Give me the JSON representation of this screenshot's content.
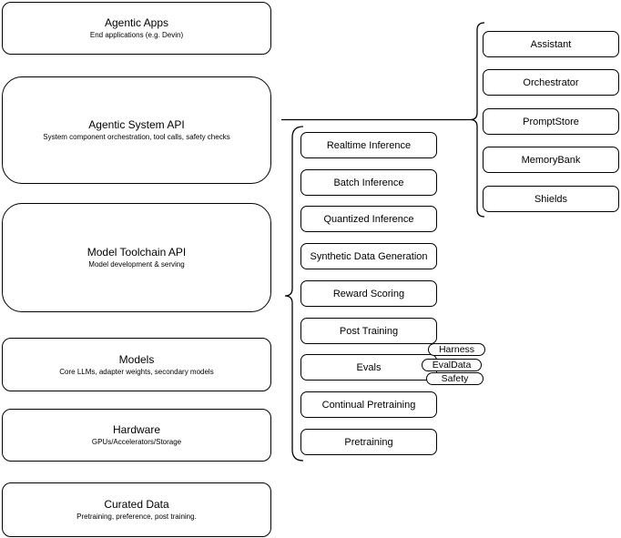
{
  "colors": {
    "border": "#000000",
    "fill": "#ffffff",
    "text": "#000000"
  },
  "stack": {
    "boxes": [
      {
        "title": "Agentic Apps",
        "subtitle": "End applications (e.g. Devin)"
      },
      {
        "title": "Agentic System API",
        "subtitle": "System component orchestration, tool calls, safety checks"
      },
      {
        "title": "Model Toolchain API",
        "subtitle": "Model development & serving"
      },
      {
        "title": "Models",
        "subtitle": "Core LLMs, adapter weights, secondary models"
      },
      {
        "title": "Hardware",
        "subtitle": "GPUs/Accelerators/Storage"
      },
      {
        "title": "Curated Data",
        "subtitle": "Pretraining, preference, post training."
      }
    ]
  },
  "toolchain": {
    "items": [
      "Realtime Inference",
      "Batch Inference",
      "Quantized Inference",
      "Synthetic Data Generation",
      "Reward Scoring",
      "Post Training",
      "Evals",
      "Continual Pretraining",
      "Pretraining"
    ]
  },
  "evals_tags": {
    "items": [
      "Harness",
      "EvalData",
      "Safety"
    ]
  },
  "system": {
    "items": [
      "Assistant",
      "Orchestrator",
      "PromptStore",
      "MemoryBank",
      "Shields"
    ]
  }
}
